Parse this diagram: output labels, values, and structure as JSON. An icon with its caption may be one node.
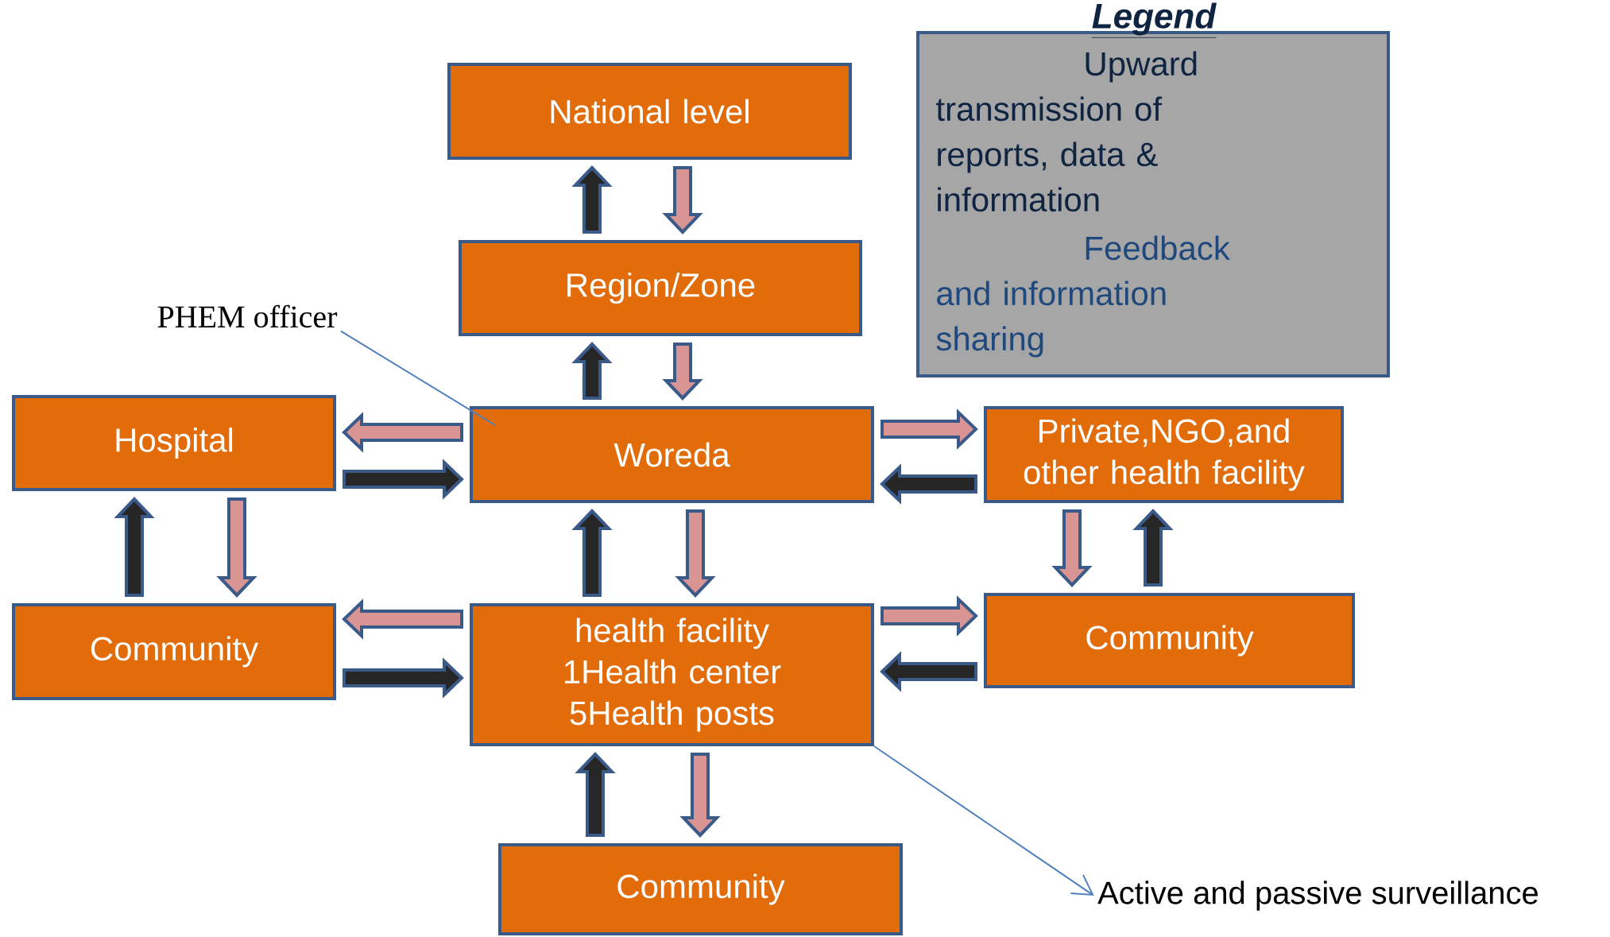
{
  "diagram": {
    "nodes": [
      {
        "text": [
          "National level"
        ]
      },
      {
        "text": [
          "Region/Zone"
        ]
      },
      {
        "text": [
          "Woreda"
        ]
      },
      {
        "text": [
          "Hospital"
        ]
      },
      {
        "text": [
          "Private,NGO,and other health facility"
        ]
      },
      {
        "text": [
          "Community"
        ]
      },
      {
        "text": [
          "health facility 1Health center 5Health posts"
        ]
      },
      {
        "text": [
          "Community"
        ]
      },
      {
        "text": [
          "Community"
        ]
      },
      {
        "text": [
          "PHEM officer"
        ]
      },
      {
        "text": [
          "Active and passive surveillance"
        ]
      }
    ],
    "edges": [
      {
        "from": 1,
        "to": 0,
        "arrow": "to",
        "color": "#262626"
      },
      {
        "from": 0,
        "to": 1,
        "arrow": "to",
        "color": "#d99594"
      },
      {
        "from": 2,
        "to": 1,
        "arrow": "to",
        "color": "#262626"
      },
      {
        "from": 1,
        "to": 2,
        "arrow": "to",
        "color": "#d99594"
      },
      {
        "from": 2,
        "to": 3,
        "arrow": "to",
        "color": "#d99594"
      },
      {
        "from": 3,
        "to": 2,
        "arrow": "to",
        "color": "#262626"
      },
      {
        "from": 2,
        "to": 4,
        "arrow": "to",
        "color": "#d99594"
      },
      {
        "from": 4,
        "to": 2,
        "arrow": "to",
        "color": "#262626"
      },
      {
        "from": 5,
        "to": 3,
        "arrow": "to",
        "color": "#262626"
      },
      {
        "from": 3,
        "to": 5,
        "arrow": "to",
        "color": "#d99594"
      },
      {
        "from": 6,
        "to": 2,
        "arrow": "to",
        "color": "#262626"
      },
      {
        "from": 2,
        "to": 6,
        "arrow": "to",
        "color": "#d99594"
      },
      {
        "from": 6,
        "to": 5,
        "arrow": "to",
        "color": "#d99594"
      },
      {
        "from": 5,
        "to": 6,
        "arrow": "to",
        "color": "#262626"
      },
      {
        "from": 6,
        "to": 7,
        "arrow": "to",
        "color": "#d99594"
      },
      {
        "from": 7,
        "to": 6,
        "arrow": "to",
        "color": "#262626"
      },
      {
        "from": 7,
        "to": 4,
        "arrow": "to",
        "color": "#262626"
      },
      {
        "from": 4,
        "to": 7,
        "arrow": "to",
        "color": "#d99594"
      },
      {
        "from": 8,
        "to": 6,
        "arrow": "to",
        "color": "#262626"
      },
      {
        "from": 6,
        "to": 8,
        "arrow": "to",
        "color": "#d99594"
      },
      {
        "from": 9,
        "to": 2,
        "arrow": "none",
        "color": "#4f81bd"
      },
      {
        "from": 6,
        "to": 10,
        "arrow": "to",
        "color": "#4f81bd"
      }
    ],
    "labels": [
      "Legend"
    ],
    "legend": [
      {
        "text": "Upward transmission of reports, data & information"
      },
      {
        "text": "Feedback and information sharing"
      }
    ]
  }
}
